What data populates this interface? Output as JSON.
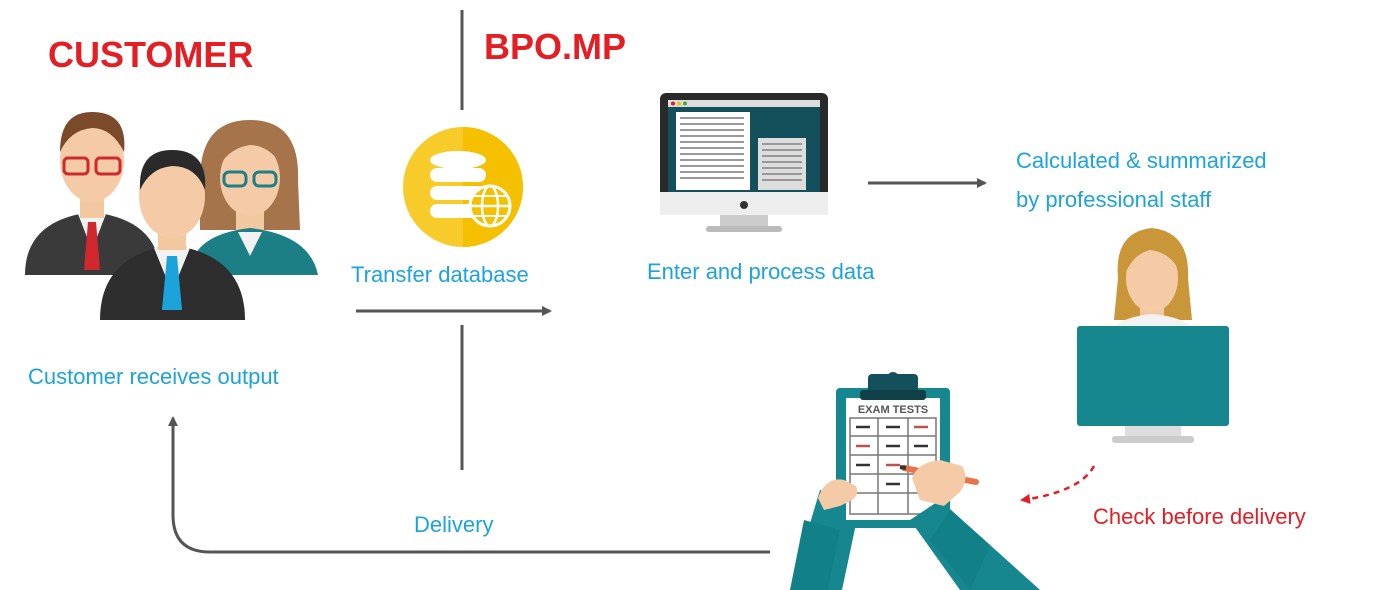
{
  "colors": {
    "accent_red": "#e31e24",
    "accent_blue": "#1ca3dc",
    "arrow_gray": "#555555",
    "teal": "#16868f",
    "gold": "#f5c000"
  },
  "headings": {
    "customer": "CUSTOMER",
    "bpo": "BPO.MP"
  },
  "steps": {
    "transfer": "Transfer database",
    "enter": "Enter and process data",
    "calculated_line1": "Calculated & summarized",
    "calculated_line2": "by professional staff",
    "check": "Check before delivery",
    "delivery": "Delivery",
    "receives": "Customer receives output"
  },
  "clipboard": {
    "title": "EXAM TESTS"
  },
  "icons": {
    "customers": "customer-group-icon",
    "database": "database-globe-icon",
    "computer": "computer-monitor-icon",
    "staff": "staff-woman-icon",
    "clipboard": "exam-clipboard-icon"
  }
}
